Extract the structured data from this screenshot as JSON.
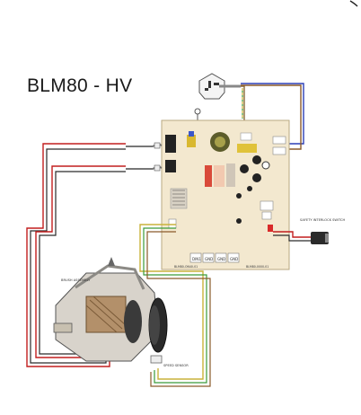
{
  "diagram": {
    "title": "BLM80 - HV",
    "pcb_labels": {
      "board_code": "BLM80-0000-01",
      "part_number": "BLM80-ON40-01",
      "col_1": "DIN1",
      "col_2": "GND",
      "col_3": "GND",
      "col_4": "GND"
    },
    "component_labels": {
      "motor": "BRUSH ASSEMBLY",
      "switch": "SAFETY INTERLOCK SWITCH",
      "sensor": "SPEED SENSOR"
    }
  }
}
